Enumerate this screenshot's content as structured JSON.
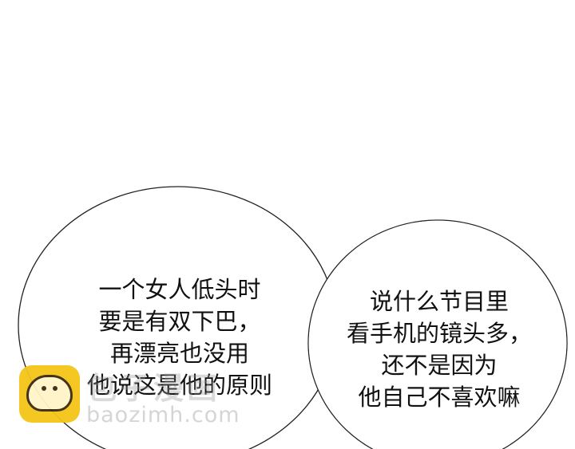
{
  "left_bubble": {
    "lines": [
      "一个女人低头时",
      "要是有双下巴，",
      "再漂亮也没用",
      "他说这是他的原则"
    ]
  },
  "right_bubble": {
    "lines": [
      "说什么节目里",
      "看手机的镜头多，",
      "还不是因为",
      "他自己不喜欢嘛"
    ]
  },
  "watermark": {
    "title": "包子漫画",
    "url": "baozimh.com",
    "icon": "bun-icon",
    "color": "#f5c518"
  }
}
